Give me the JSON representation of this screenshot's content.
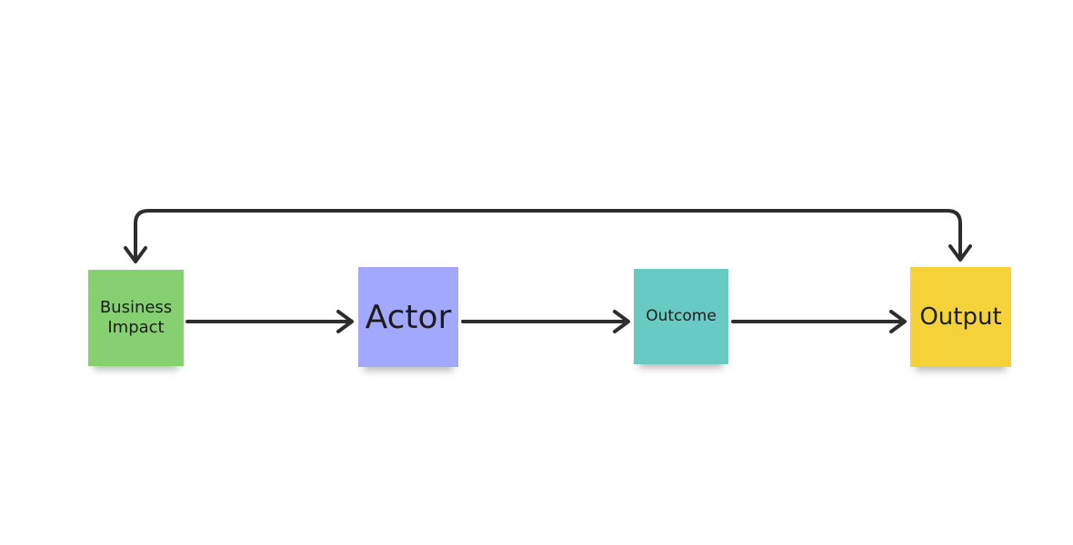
{
  "notes": [
    {
      "id": "business-impact",
      "label": "Business\nImpact",
      "color": "#86d072"
    },
    {
      "id": "actor",
      "label": "Actor",
      "color": "#a3a8ff"
    },
    {
      "id": "outcome",
      "label": "Outcome",
      "color": "#69c9c3"
    },
    {
      "id": "output",
      "label": "Output",
      "color": "#f5d237"
    }
  ],
  "connectors": [
    {
      "from": "Business Impact",
      "to": "Actor"
    },
    {
      "from": "Actor",
      "to": "Outcome"
    },
    {
      "from": "Outcome",
      "to": "Output"
    },
    {
      "from": "Output",
      "to": "Business Impact"
    }
  ],
  "colors": {
    "connector": "#2d2d2d",
    "background": "#ffffff"
  }
}
